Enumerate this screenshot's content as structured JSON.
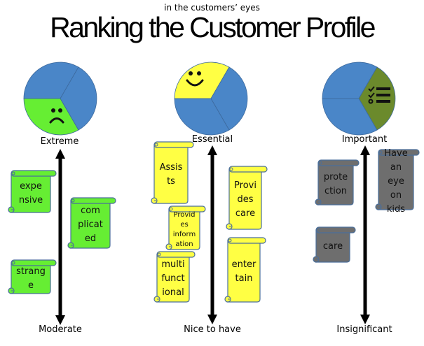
{
  "header": {
    "subtitle": "in the customers’ eyes",
    "title": "Ranking the Customer Profile"
  },
  "colors": {
    "pie_blue": "#4a86c8",
    "extreme_green": "#66ee33",
    "essential_yellow": "#ffff44",
    "important_olive": "#6b8a2c",
    "note_gray": "#6e6e6e",
    "outline": "#4a6e9a"
  },
  "columns": [
    {
      "id": "extreme",
      "top_label": "Extreme",
      "bottom_label": "Moderate",
      "pie_icon": "sad-face-icon",
      "note_color": "#66ee33",
      "notes": [
        {
          "text": "expe\nnsive"
        },
        {
          "text": "com\nplicat\ned"
        },
        {
          "text": "strang\ne"
        }
      ]
    },
    {
      "id": "essential",
      "top_label": "Essential",
      "bottom_label": "Nice to have",
      "pie_icon": "smiley-face-icon",
      "note_color": "#ffff44",
      "notes": [
        {
          "text": "Assis\nts"
        },
        {
          "text": "Provid\nes\ninform\nation"
        },
        {
          "text": "multi\nfunct\nional"
        },
        {
          "text": "Provi\ndes\ncare"
        },
        {
          "text": "enter\ntain"
        }
      ]
    },
    {
      "id": "important",
      "top_label": "Important",
      "bottom_label": "Insignificant",
      "pie_icon": "checklist-icon",
      "note_color": "#6e6e6e",
      "notes": [
        {
          "text": "prote\nction"
        },
        {
          "text": "Have\nan\neye\non\nkids"
        },
        {
          "text": "care"
        }
      ]
    }
  ]
}
